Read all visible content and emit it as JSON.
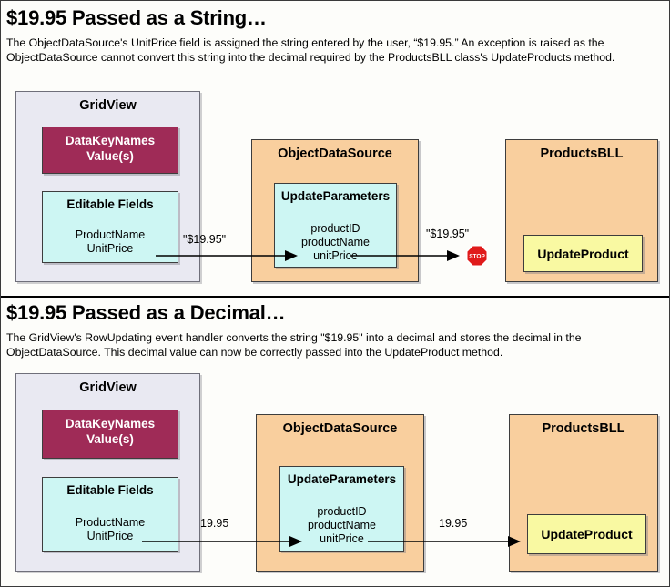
{
  "sections": [
    {
      "heading": "$19.95 Passed as a String…",
      "description": "The ObjectDataSource's UnitPrice field is assigned the string entered by the user, “$19.95.” An exception is raised as the ObjectDataSource cannot convert this string into the decimal required by the ProductsBLL class's UpdateProducts method.",
      "gridview": {
        "title": "GridView",
        "datakey_box": {
          "line1": "DataKeyNames",
          "line2": "Value(s)"
        },
        "editable_box": {
          "title": "Editable Fields",
          "fields": [
            "ProductName",
            "UnitPrice"
          ]
        }
      },
      "objectdatasource": {
        "title": "ObjectDataSource",
        "update_parameters": {
          "title": "UpdateParameters",
          "parameters": [
            "productID",
            "productName",
            "unitPrice"
          ]
        }
      },
      "productsbll": {
        "title": "ProductsBLL",
        "method_label": "UpdateProduct"
      },
      "arrow1_label": "\"$19.95\"",
      "arrow2_label": "\"$19.95\"",
      "blocked": true,
      "stop_label": "STOP"
    },
    {
      "heading": "$19.95 Passed as a Decimal…",
      "description": "The GridView's RowUpdating event handler converts the string \"$19.95\" into a decimal and stores the decimal in the ObjectDataSource. This decimal value can now be correctly passed into the UpdateProduct method.",
      "gridview": {
        "title": "GridView",
        "datakey_box": {
          "line1": "DataKeyNames",
          "line2": "Value(s)"
        },
        "editable_box": {
          "title": "Editable Fields",
          "fields": [
            "ProductName",
            "UnitPrice"
          ]
        }
      },
      "objectdatasource": {
        "title": "ObjectDataSource",
        "update_parameters": {
          "title": "UpdateParameters",
          "parameters": [
            "productID",
            "productName",
            "unitPrice"
          ]
        }
      },
      "productsbll": {
        "title": "ProductsBLL",
        "method_label": "UpdateProduct"
      },
      "arrow1_label": "19.95",
      "arrow2_label": "19.95",
      "blocked": false,
      "stop_label": ""
    }
  ],
  "colors": {
    "gridview_bg": "#e9e9f2",
    "objectdatasource_bg": "#f9cf9e",
    "productsbll_bg": "#f9cf9e",
    "datakey_bg": "#9f2b57",
    "cyan_bg": "#cdf6f3",
    "yellow_bg": "#f9f9a2",
    "stop_red": "#e01b1b",
    "page_bg": "#fdfdfa"
  }
}
